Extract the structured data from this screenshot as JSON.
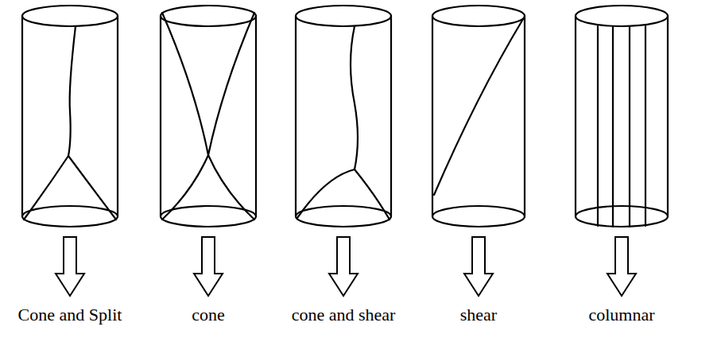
{
  "diagram": {
    "labels": [
      "Cone and Split",
      "cone",
      "cone and shear",
      "shear",
      "columnar"
    ]
  }
}
